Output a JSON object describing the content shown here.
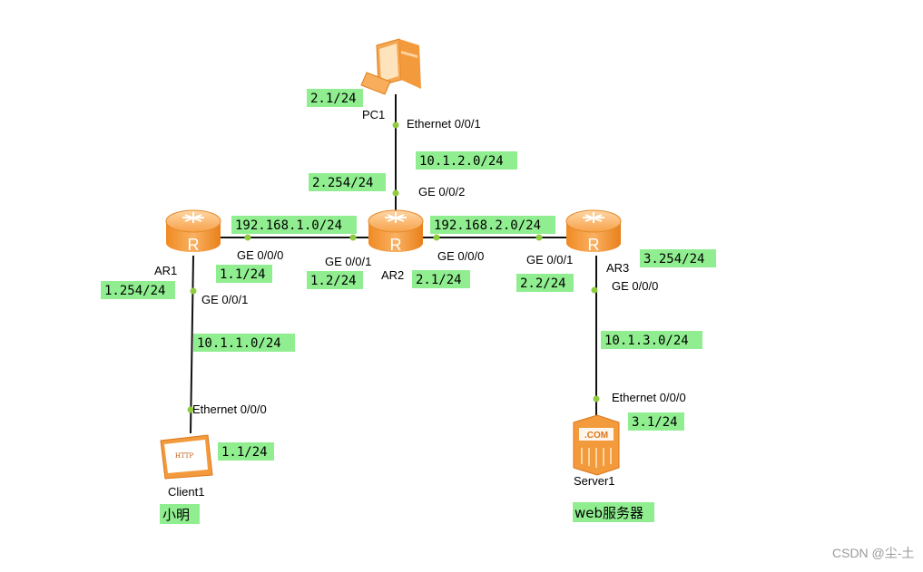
{
  "devices": {
    "pc1": "PC1",
    "ar1": "AR1",
    "ar2": "AR2",
    "ar3": "AR3",
    "client1": "Client1",
    "server1": "Server1",
    "router_glyph": "R",
    "client_icon_text": "HTTP",
    "server_icon_text": ".COM"
  },
  "interfaces": {
    "pc1_eth": "Ethernet 0/0/1",
    "ar2_ge002": "GE 0/0/2",
    "ar1_ge000": "GE 0/0/0",
    "ar1_ge001": "GE 0/0/1",
    "ar2_ge001": "GE 0/0/1",
    "ar2_ge000": "GE 0/0/0",
    "ar3_ge001": "GE 0/0/1",
    "ar3_ge000": "GE 0/0/0",
    "client1_eth": "Ethernet 0/0/0",
    "server1_eth": "Ethernet 0/0/0"
  },
  "addresses": {
    "pc1": "2.1/24",
    "net_pc": "10.1.2.0/24",
    "ar2_g002": "2.254/24",
    "net_ar1_ar2": "192.168.1.0/24",
    "net_ar2_ar3": "192.168.2.0/24",
    "ar1_g000": "1.1/24",
    "ar1_g001": "1.254/24",
    "ar2_g001": "1.2/24",
    "ar2_g000": "2.1/24",
    "ar3_g001": "2.2/24",
    "ar3_g000": "3.254/24",
    "net_client": "10.1.1.0/24",
    "net_server": "10.1.3.0/24",
    "client1": "1.1/24",
    "server1": "3.1/24"
  },
  "notes": {
    "client_name": "小明",
    "server_role": "web服务器"
  },
  "watermark": "CSDN @尘-土",
  "colors": {
    "label_bg": "#90ee90",
    "port_dot": "#8fcc3f",
    "link": "#111111",
    "device_orange": "#f39a3c"
  }
}
